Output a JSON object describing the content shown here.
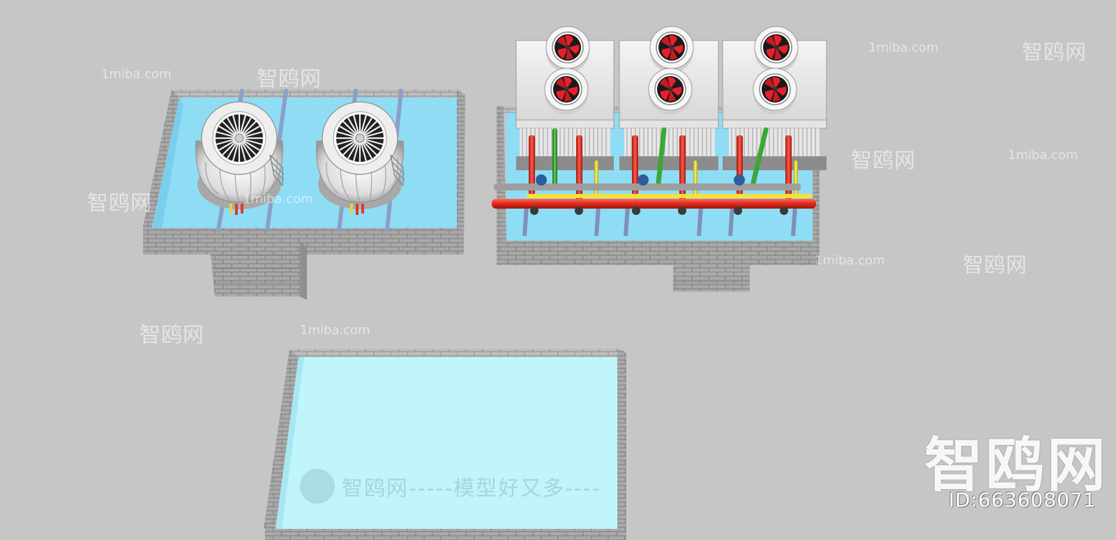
{
  "watermarks": {
    "brand": "智鸥网",
    "site": "1miba.com",
    "slogan": "智鸥网-----模型好又多----",
    "id_text": "ID:663608071"
  },
  "colors": {
    "background": "#c6c6c6",
    "water": "#8fdcf5",
    "water_light": "#bff5fb",
    "stone": "#b9b9b9",
    "pipe_red": "#e03a2a",
    "pipe_yellow": "#f2e23a",
    "pipe_green": "#3aa836",
    "fan_blade": "#e8202a"
  }
}
